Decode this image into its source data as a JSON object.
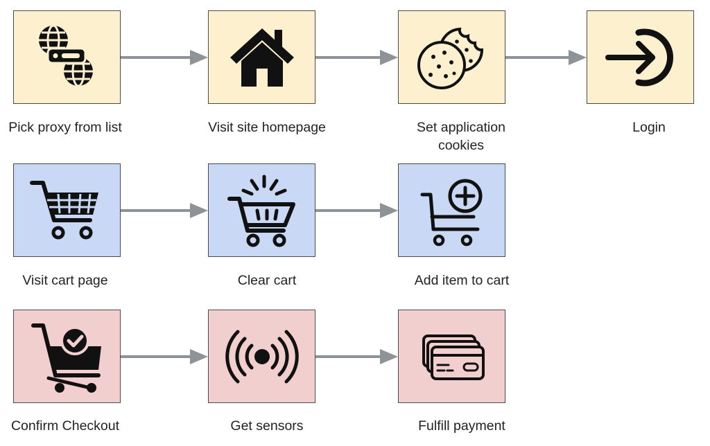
{
  "colors": {
    "row1_fill": "#fdf0cf",
    "row2_fill": "#c9d9f5",
    "row3_fill": "#f2cfcf",
    "arrow": "#8e9397",
    "icon": "#111111"
  },
  "rows": [
    {
      "steps": [
        {
          "label": "Pick proxy from list",
          "icon": "globe-proxy-icon"
        },
        {
          "label": "Visit site homepage",
          "icon": "house-icon"
        },
        {
          "label": "Set application cookies",
          "icon": "cookies-icon"
        },
        {
          "label": "Login",
          "icon": "login-icon"
        }
      ]
    },
    {
      "steps": [
        {
          "label": "Visit cart page",
          "icon": "shopping-cart-icon"
        },
        {
          "label": "Clear cart",
          "icon": "clear-cart-icon"
        },
        {
          "label": "Add item to cart",
          "icon": "add-to-cart-icon"
        }
      ]
    },
    {
      "steps": [
        {
          "label": "Confirm Checkout",
          "icon": "checkout-cart-icon"
        },
        {
          "label": "Get sensors",
          "icon": "sensor-signal-icon"
        },
        {
          "label": "Fulfill payment",
          "icon": "credit-cards-icon"
        }
      ]
    }
  ]
}
